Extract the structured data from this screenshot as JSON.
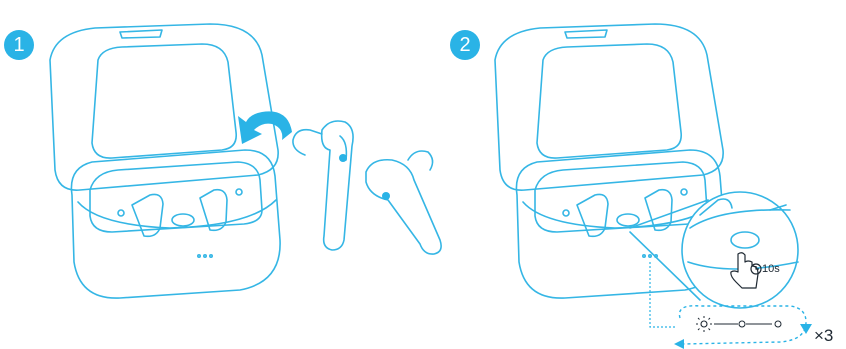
{
  "steps": [
    {
      "number": "1"
    },
    {
      "number": "2"
    }
  ],
  "hold_time_label": "10s",
  "repeat_label": "×3",
  "colors": {
    "accent": "#2ab3e6",
    "line": "#35b6e5",
    "dark": "#1f2933"
  },
  "icons": [
    "arrow-insert-icon",
    "hand-press-icon",
    "clock-icon",
    "led-blink-icon"
  ]
}
